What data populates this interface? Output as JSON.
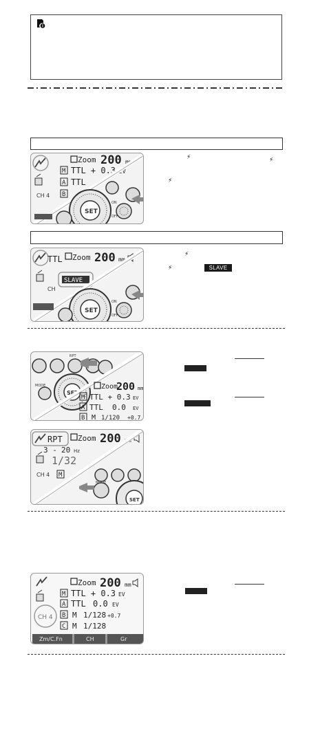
{
  "icons": {
    "note": "note-info-icon",
    "flash": "lightning-icon",
    "wireless": "wireless-flash-icon"
  },
  "slave_label": "SLAVE",
  "lcd": {
    "zoom": "Zoom",
    "zoom_value": "200",
    "zoom_unit": "mm",
    "ev_unit": "EV",
    "ttl": "TTL",
    "ttl_plus": "TTL + 0.3",
    "ttl_value": "0.0",
    "manual_value": "1/128",
    "manual_plus": "+0.7",
    "manual_120": "1/120",
    "manual_120_plus": "+0.7",
    "ch4": "CH 4",
    "ch": "CH",
    "slave": "SLAVE",
    "rpt": "RPT",
    "rpt_count": "3 -",
    "rpt_hz": "20",
    "hz": "Hz",
    "rpt_power": "1/32",
    "zm": "Zm/C.Fn",
    "ch_key": "CH",
    "gr_key": "Gr",
    "set": "SET",
    "on": "ON",
    "off": "OFF",
    "mode": "MODE",
    "rpt_key": "RPT",
    "groups": [
      "M",
      "A",
      "B",
      "C"
    ]
  }
}
